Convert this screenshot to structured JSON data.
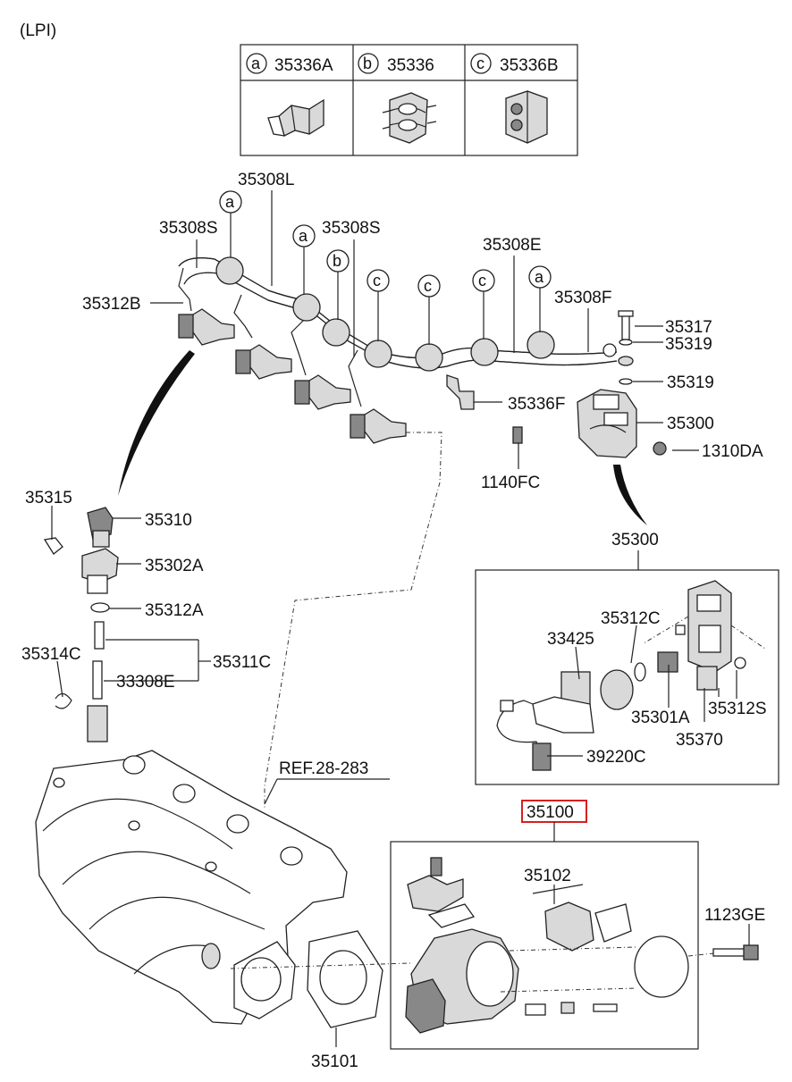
{
  "header": {
    "variant": "(LPI)"
  },
  "legend": {
    "items": [
      {
        "letter": "a",
        "code": "35336A"
      },
      {
        "letter": "b",
        "code": "35336"
      },
      {
        "letter": "c",
        "code": "35336B"
      }
    ]
  },
  "callouts": {
    "a1": "a",
    "a2": "a",
    "a3": "a",
    "b1": "b",
    "c1": "c",
    "c2": "c",
    "c3": "c"
  },
  "labels": {
    "p35308L": "35308L",
    "p35308S_left": "35308S",
    "p35308S_mid": "35308S",
    "p35308E": "35308E",
    "p35308F": "35308F",
    "p35312B": "35312B",
    "p35317": "35317",
    "p35319_top": "35319",
    "p35319_bot": "35319",
    "p35300": "35300",
    "p1310DA": "1310DA",
    "p35336F": "35336F",
    "p1140FC": "1140FC",
    "p35315": "35315",
    "p35310": "35310",
    "p35302A": "35302A",
    "p35312A": "35312A",
    "p35314C": "35314C",
    "p35311C": "35311C",
    "p33308E": "33308E",
    "p35300_box": "35300",
    "p35312C": "35312C",
    "p33425": "33425",
    "p35301A": "35301A",
    "p35312S": "35312S",
    "p35370": "35370",
    "p39220C": "39220C",
    "ref": "REF.28-283",
    "p35100": "35100",
    "p35102": "35102",
    "p1123GE": "1123GE",
    "p35101": "35101"
  },
  "colors": {
    "highlight_box": "#d62020",
    "line": "#222222"
  }
}
